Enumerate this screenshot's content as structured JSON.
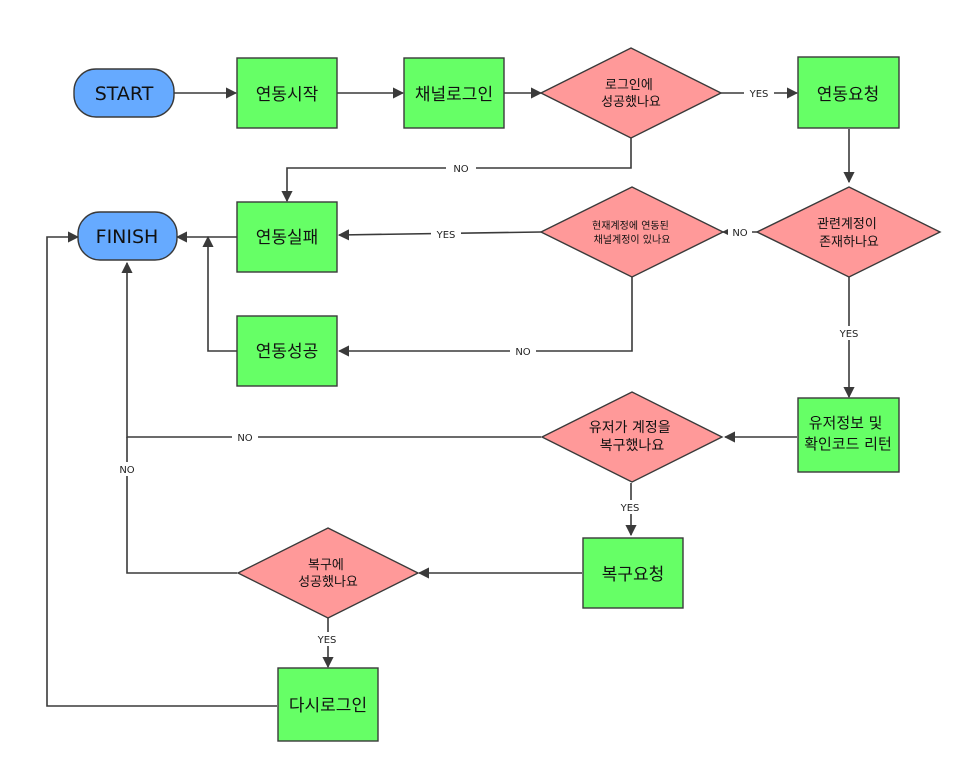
{
  "colors": {
    "terminal": "#66aaff",
    "process": "#66ff66",
    "decision": "#ff9999",
    "stroke": "#3a3a3a"
  },
  "nodes": {
    "start": "START",
    "finish": "FINISH",
    "link_start": "연동시작",
    "channel_login": "채널로그인",
    "login_success_q": [
      "로그인에",
      "성공했나요"
    ],
    "link_request": "연동요청",
    "link_fail": "연동실패",
    "link_success": "연동성공",
    "linked_channel_q": [
      "현재계정에 연동된",
      "채널계정이 있나요"
    ],
    "related_account_q": [
      "관련계정이",
      "존재하나요"
    ],
    "return_user_info": [
      "유저정보 및",
      "확인코드 리턴"
    ],
    "user_restored_q": [
      "유저가 계정을",
      "복구했나요"
    ],
    "restore_request": "복구요청",
    "restore_success_q": [
      "복구에",
      "성공했나요"
    ],
    "relogin": "다시로그인"
  },
  "edge_labels": {
    "login_no": "NO",
    "login_yes": "YES",
    "linked_yes": "YES",
    "linked_no": "NO",
    "related_no": "NO",
    "related_yes": "YES",
    "restored_no": "NO",
    "restored_yes": "YES",
    "restore_no": "NO",
    "restore_yes": "YES"
  }
}
